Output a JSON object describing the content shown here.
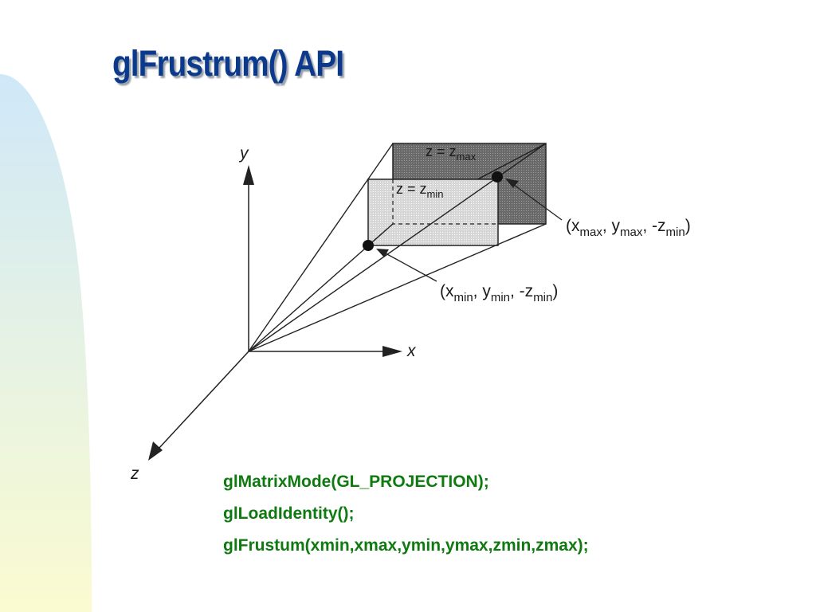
{
  "slide": {
    "title": "glFrustrum() API",
    "background_colors": {
      "top": "#cfe8f8",
      "bottom": "#fbfbd0"
    },
    "title_color": "#0b3a8c",
    "code_color": "#0f7a10"
  },
  "diagram": {
    "axis_labels": {
      "x": "x",
      "y": "y",
      "z": "z"
    },
    "planes": {
      "far": {
        "label_var": "z = z",
        "label_sub": "max"
      },
      "near": {
        "label_var": "z = z",
        "label_sub": "min"
      }
    },
    "points": {
      "max": {
        "open": "(x",
        "s1": "max",
        "c1": ", y",
        "s2": "max",
        "c2": ", -z",
        "s3": "min",
        "close": ")"
      },
      "min": {
        "open": "(x",
        "s1": "min",
        "c1": ", y",
        "s2": "min",
        "c2": ", -z",
        "s3": "min",
        "close": ")"
      }
    }
  },
  "code": [
    "glMatrixMode(GL_PROJECTION);",
    "glLoadIdentity();",
    "glFrustum(xmin,xmax,ymin,ymax,zmin,zmax);"
  ]
}
